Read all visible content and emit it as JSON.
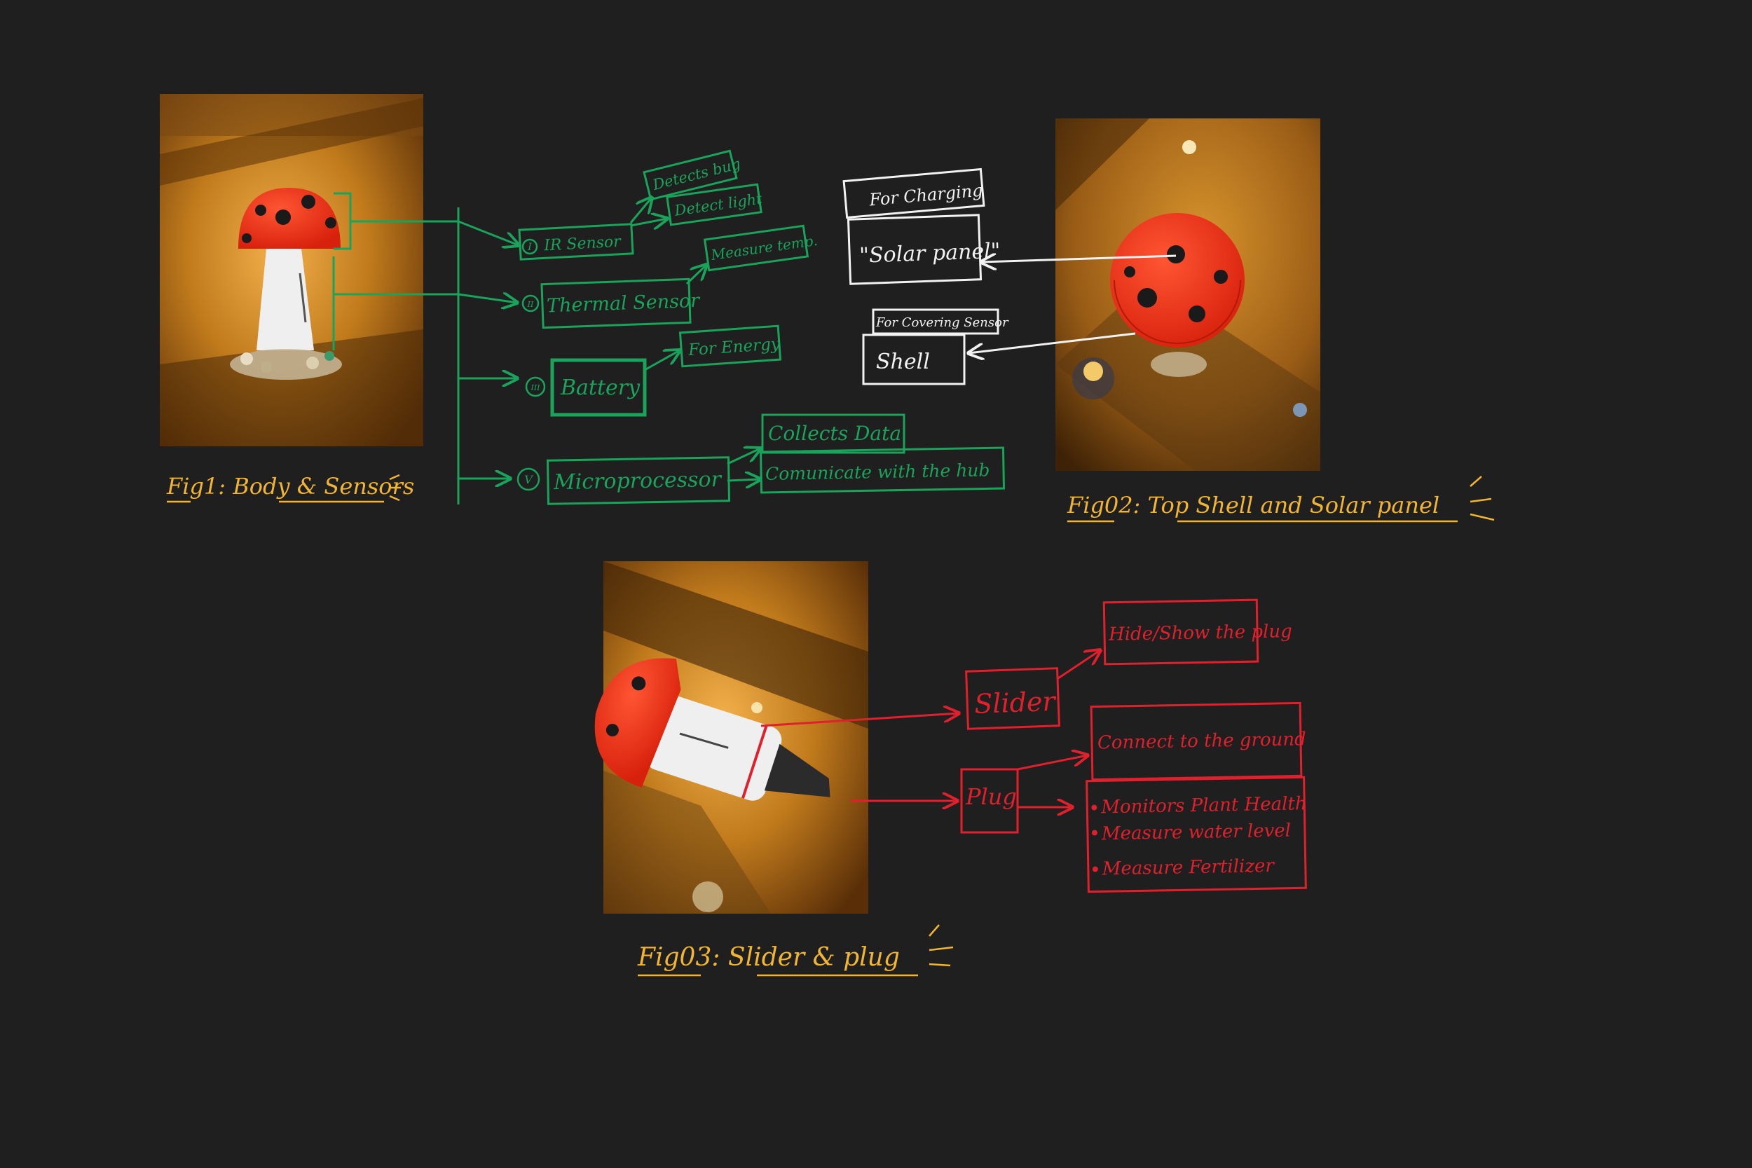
{
  "colors": {
    "background": "#1f1f1f",
    "green": "#1aa35a",
    "white": "#f2f2f2",
    "red": "#e0202c",
    "yellow": "#f2b531"
  },
  "fig1": {
    "caption": "Fig1: Body & Sensors",
    "items": [
      {
        "num": "I",
        "label": "IR Sensor",
        "notes": [
          "Detects bug",
          "Detect light"
        ]
      },
      {
        "num": "II",
        "label": "Thermal Sensor",
        "notes": [
          "Measure temp."
        ]
      },
      {
        "num": "III",
        "label": "Battery",
        "notes": [
          "For Energy"
        ]
      },
      {
        "num": "V",
        "label": "Microprocessor",
        "notes": [
          "Collects Data",
          "Comunicate with the hub"
        ]
      }
    ]
  },
  "fig2": {
    "caption": "Fig02: Top Shell and Solar panel",
    "solar_note": "For Charging",
    "solar_label": "\"Solar panel\"",
    "shell_note": "For Covering Sensor",
    "shell_label": "Shell"
  },
  "fig3": {
    "caption": "Fig03: Slider & plug",
    "slider_label": "Slider",
    "slider_note": "Hide/Show the plug",
    "plug_label": "Plug",
    "plug_note": "Connect to the ground",
    "plug_bullets": [
      "Monitors Plant Health",
      "Measure water level",
      "Measure Fertilizer"
    ]
  }
}
